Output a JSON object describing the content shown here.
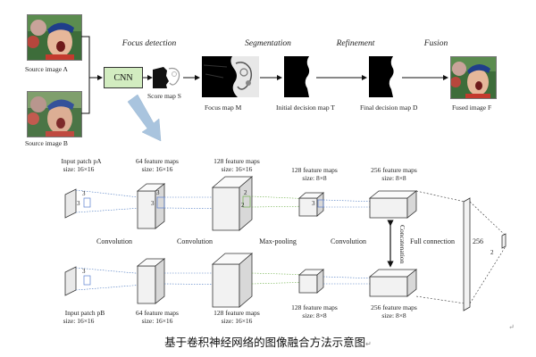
{
  "pipeline": {
    "stages": {
      "focus_detection": "Focus detection",
      "segmentation": "Segmentation",
      "refinement": "Refinement",
      "fusion": "Fusion"
    },
    "cnn_label": "CNN",
    "source_a": "Source image A",
    "source_b": "Source image B",
    "score_map": "Score map S",
    "focus_map": "Focus map M",
    "initial_decision_map": "Initial decision map T",
    "final_decision_map": "Final decision map D",
    "fused_image": "Fused image F"
  },
  "network": {
    "top_labels": [
      {
        "line1": "Input patch  pA",
        "line2": "size: 16×16"
      },
      {
        "line1": "64 feature maps",
        "line2": "size: 16×16"
      },
      {
        "line1": "128 feature maps",
        "line2": "size: 16×16"
      },
      {
        "line1": "128 feature maps",
        "line2": "size: 8×8"
      },
      {
        "line1": "256 feature maps",
        "line2": "size: 8×8"
      }
    ],
    "bottom_labels": [
      {
        "line1": "Input patch  pB",
        "line2": "size: 16×16"
      },
      {
        "line1": "64 feature maps",
        "line2": "size: 16×16"
      },
      {
        "line1": "128 feature maps",
        "line2": "size: 16×16"
      },
      {
        "line1": "128 feature maps",
        "line2": "size: 8×8"
      },
      {
        "line1": "256 feature maps",
        "line2": "size: 8×8"
      }
    ],
    "operations": [
      "Convolution",
      "Convolution",
      "Max-pooling",
      "Convolution",
      "Full connection"
    ],
    "concatenation": "Concatenation",
    "fc_size": "256",
    "output_size": "2",
    "kernel_sizes": [
      "3",
      "3",
      "3",
      "3",
      "2",
      "2",
      "3",
      "3"
    ]
  },
  "caption": "基于卷积神经网络的图像融合方法示意图",
  "caption_mark": "↵",
  "corner_mark": "↵",
  "colors": {
    "cnn_fill": "#d2ecc0",
    "big_arrow": "#a9c4de",
    "conv1_lines": "#4a78c0",
    "conv2_lines": "#6fb04a"
  }
}
